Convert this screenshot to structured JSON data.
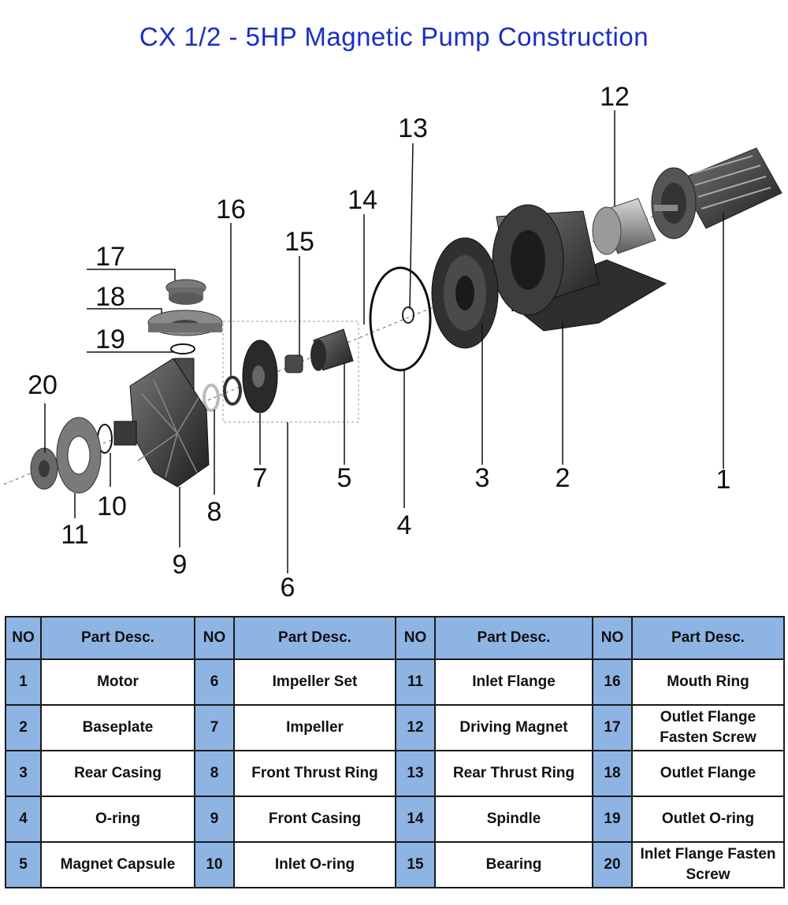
{
  "title": "CX 1/2 - 5HP Magnetic Pump Construction",
  "callouts": [
    "1",
    "2",
    "3",
    "4",
    "5",
    "6",
    "7",
    "8",
    "9",
    "10",
    "11",
    "12",
    "13",
    "14",
    "15",
    "16",
    "17",
    "18",
    "19",
    "20"
  ],
  "table": {
    "headers": [
      "NO",
      "Part Desc.",
      "NO",
      "Part Desc.",
      "NO",
      "Part Desc.",
      "NO",
      "Part Desc."
    ],
    "rows": [
      [
        "1",
        "Motor",
        "6",
        "Impeller Set",
        "11",
        "Inlet Flange",
        "16",
        "Mouth Ring"
      ],
      [
        "2",
        "Baseplate",
        "7",
        "Impeller",
        "12",
        "Driving Magnet",
        "17",
        "Outlet Flange Fasten Screw"
      ],
      [
        "3",
        "Rear Casing",
        "8",
        "Front Thrust Ring",
        "13",
        "Rear Thrust Ring",
        "18",
        "Outlet Flange"
      ],
      [
        "4",
        "O-ring",
        "9",
        "Front Casing",
        "14",
        "Spindle",
        "19",
        "Outlet O-ring"
      ],
      [
        "5",
        "Magnet Capsule",
        "10",
        "Inlet O-ring",
        "15",
        "Bearing",
        "20",
        "Inlet Flange Fasten Screw"
      ]
    ]
  },
  "colors": {
    "title": "#1a2ec4",
    "header_fill": "#8eb4e3"
  }
}
